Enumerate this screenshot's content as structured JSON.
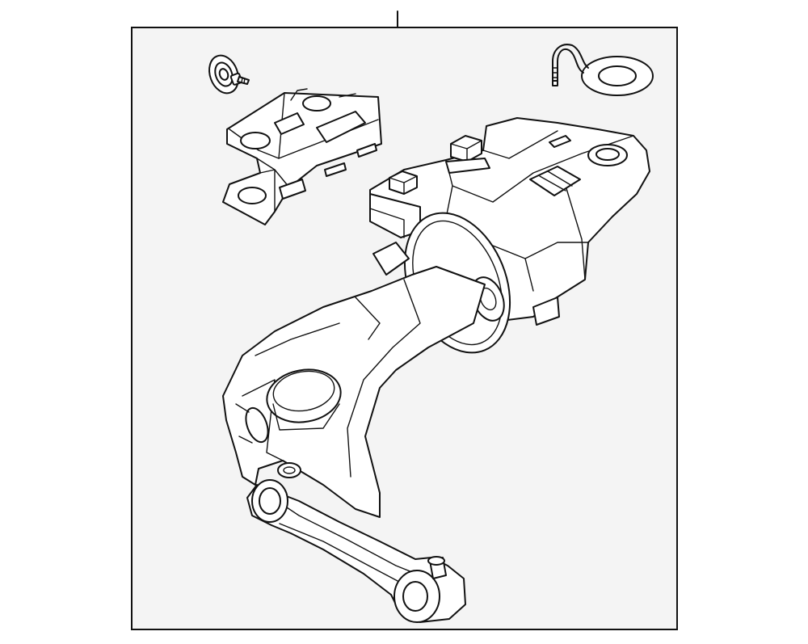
{
  "diagram": {
    "background": "#ffffff",
    "panel_fill": "#f4f4f4",
    "line_color": "#111111",
    "parts": [
      {
        "name": "grommet"
      },
      {
        "name": "screw"
      },
      {
        "name": "bracket"
      },
      {
        "name": "wire-clip"
      },
      {
        "name": "control-arm-assembly"
      }
    ]
  }
}
